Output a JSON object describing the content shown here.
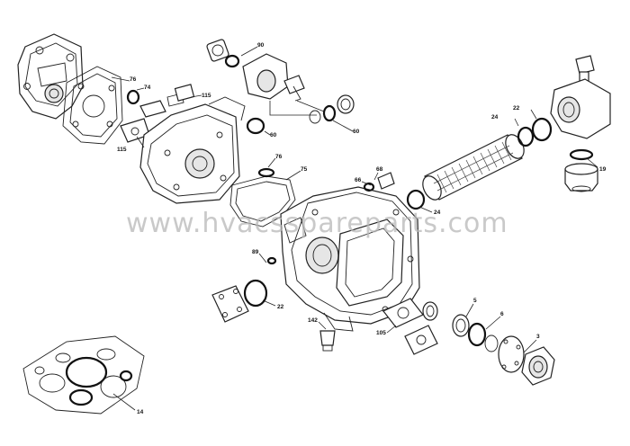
{
  "watermark": "www.hvacsspareparts.com",
  "callouts": {
    "c90": "90",
    "c76a": "76",
    "c74": "74",
    "c115a": "115",
    "c115b": "115",
    "c60a": "60",
    "c60b": "60",
    "c76b": "76",
    "c75": "75",
    "c68": "68",
    "c66": "66",
    "c24a": "24",
    "c24b": "24",
    "c22a": "22",
    "c22b": "22",
    "c19": "19",
    "c89": "89",
    "c142": "142",
    "c105": "105",
    "c5": "5",
    "c6": "6",
    "c3": "3",
    "c14": "14"
  }
}
